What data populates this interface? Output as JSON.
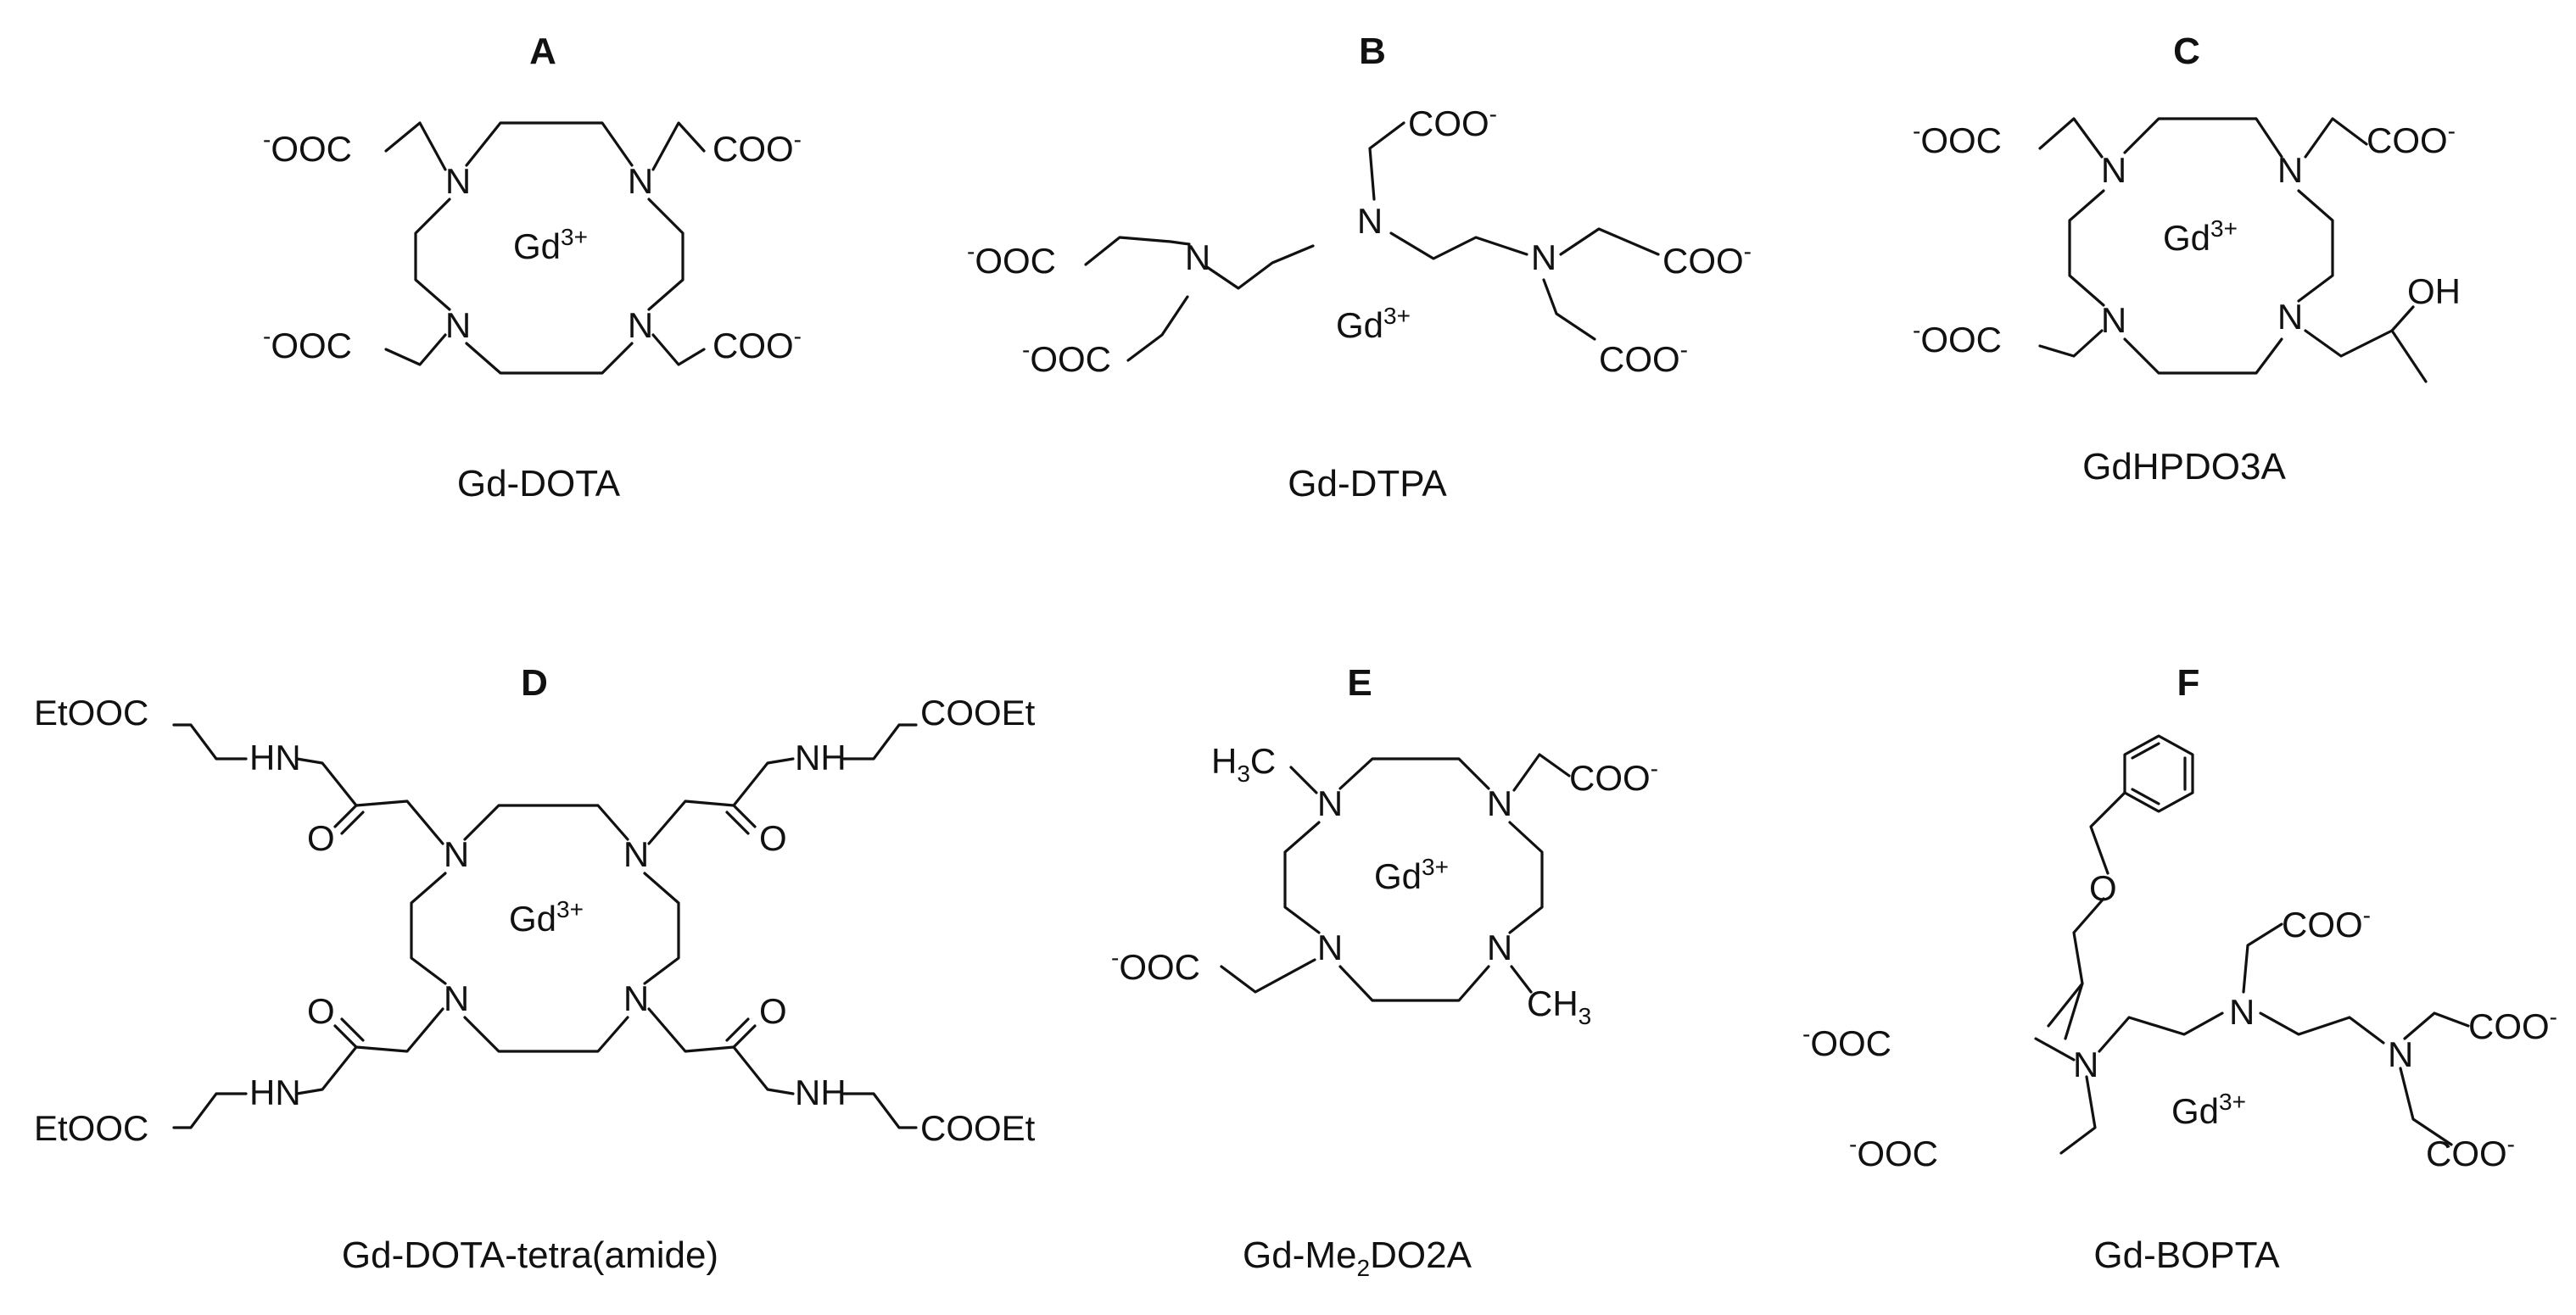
{
  "panels": [
    {
      "label": "A",
      "caption": "Gd-DOTA"
    },
    {
      "label": "B",
      "caption": "Gd-DTPA"
    },
    {
      "label": "C",
      "caption": "GdHPDO3A"
    },
    {
      "label": "D",
      "caption": "Gd-DOTA-tetra(amide)"
    },
    {
      "label": "E",
      "caption": "Gd-Me",
      "caption_sub": "2",
      "caption_tail": "DO2A"
    },
    {
      "label": "F",
      "caption": "Gd-BOPTA"
    }
  ],
  "atoms": {
    "nitrogen": "N",
    "oxygen": "O",
    "hydroxyl": "OH",
    "amine_nh_right": "NH",
    "amine_nh_left": "HN",
    "methyl": "CH",
    "methyl_left": "H",
    "methyl_left_c": "C",
    "methyl_sub": "3",
    "carboxylate_right": "COO",
    "carboxylate_left": "OOC",
    "charge_minus": "-",
    "ester_left": "EtOOC",
    "ester_right": "COOEt",
    "gadolinium": "Gd",
    "gadolinium_charge": "3+"
  }
}
